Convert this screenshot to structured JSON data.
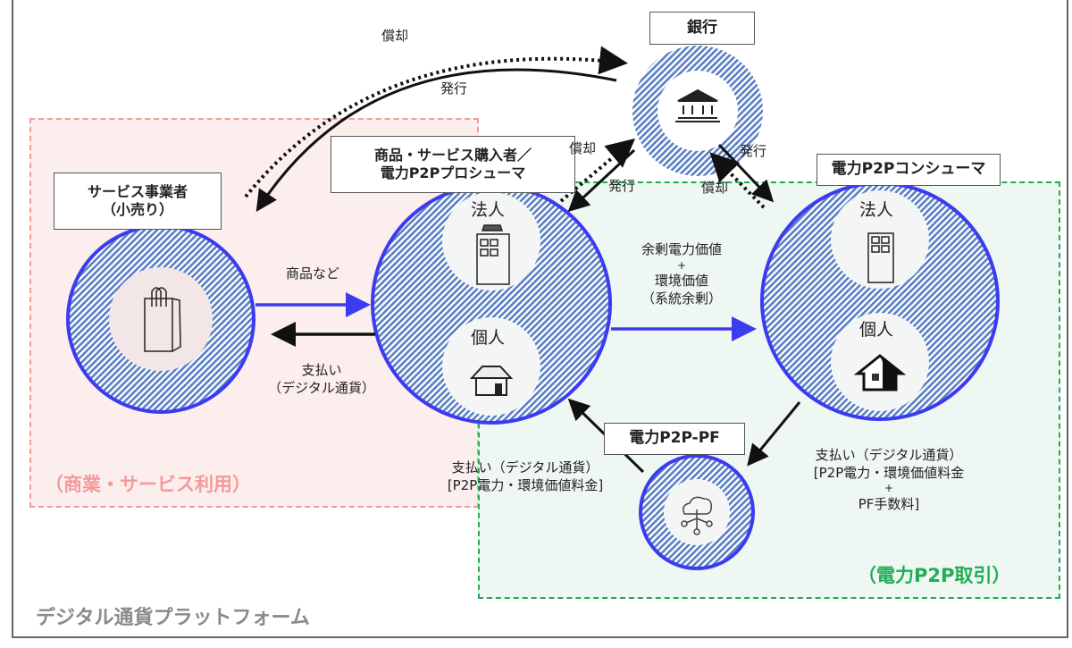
{
  "platform_title": "デジタル通貨プラットフォーム",
  "zones": {
    "commerce": {
      "label": "（商業・サービス利用）",
      "color": "#f29a9a"
    },
    "p2p": {
      "label": "（電力P2P取引）",
      "color": "#1fae55"
    }
  },
  "nodes": {
    "bank": {
      "label": "銀行",
      "icon": "bank-icon"
    },
    "retailer": {
      "label_line1": "サービス事業者",
      "label_line2": "（小売り）",
      "icon": "shopping-bag-icon"
    },
    "prosumer": {
      "label_line1": "商品・サービス購入者／",
      "label_line2": "電力P2Pプロシューマ",
      "sub1": "法人",
      "sub2": "個人",
      "icon1": "solar-building-icon",
      "icon2": "solar-house-icon"
    },
    "consumer": {
      "label": "電力P2Pコンシューマ",
      "sub1": "法人",
      "sub2": "個人",
      "icon1": "building-icon",
      "icon2": "house-icon"
    },
    "platform": {
      "label": "電力P2P-PF",
      "icon": "cloud-network-icon"
    }
  },
  "flows": {
    "bank_retailer_redeem": "償却",
    "bank_retailer_issue": "発行",
    "prosumer_bank_redeem": "償却",
    "bank_prosumer_issue": "発行",
    "bank_consumer_issue": "発行",
    "consumer_bank_redeem": "償却",
    "goods": "商品など",
    "payment_line1": "支払い",
    "payment_line2": "（デジタル通貨）",
    "surplus_line1": "余剰電力価値",
    "surplus_plus": "+",
    "surplus_line2": "環境価値",
    "surplus_line3": "（系統余剰）",
    "pf_to_prosumer_line1": "支払い（デジタル通貨）",
    "pf_to_prosumer_line2": "[P2P電力・環境価値料金]",
    "consumer_to_pf_line1": "支払い（デジタル通貨）",
    "consumer_to_pf_line2": "[P2P電力・環境価値料金",
    "consumer_to_pf_plus": "+",
    "consumer_to_pf_line3": "PF手数料]"
  },
  "colors": {
    "ring_blue": "#3b3bf0",
    "hatch": "#5a7fc4"
  }
}
